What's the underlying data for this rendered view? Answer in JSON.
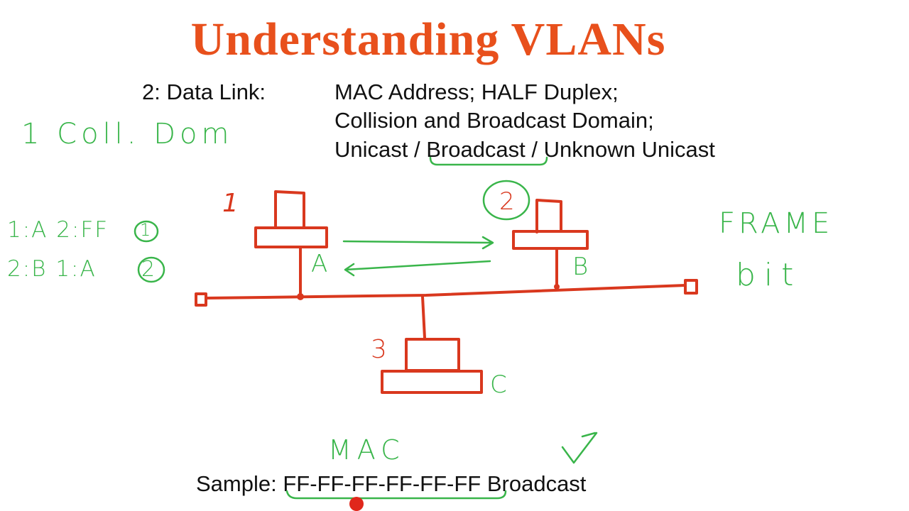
{
  "slide": {
    "title": "Understanding VLANs",
    "layer_label": "2: Data Link:",
    "lines": [
      "MAC Address; HALF Duplex;",
      "Collision and Broadcast Domain;",
      "Unicast / Broadcast / Unknown Unicast"
    ],
    "sample": {
      "label": "Sample:",
      "mac": "FF-FF-FF-FF-FF-FF",
      "suffix": "Broadcast"
    }
  },
  "annotations": {
    "coll_dom": "1 Coll. Dom",
    "frame": "FRAME",
    "bit": "bit",
    "mac": "MAC",
    "table_row1": "1:A 2:FF",
    "table_row1_num": "1",
    "table_row2": "2:B 1:A",
    "table_row2_num": "2"
  },
  "diagram": {
    "hosts": [
      {
        "number": "1",
        "letter": "A"
      },
      {
        "number": "2",
        "letter": "B"
      },
      {
        "number": "3",
        "letter": "C"
      }
    ]
  },
  "colors": {
    "title": "#e8501c",
    "red_ink": "#d9381e",
    "green_ink": "#39b54a",
    "text": "#111111"
  }
}
